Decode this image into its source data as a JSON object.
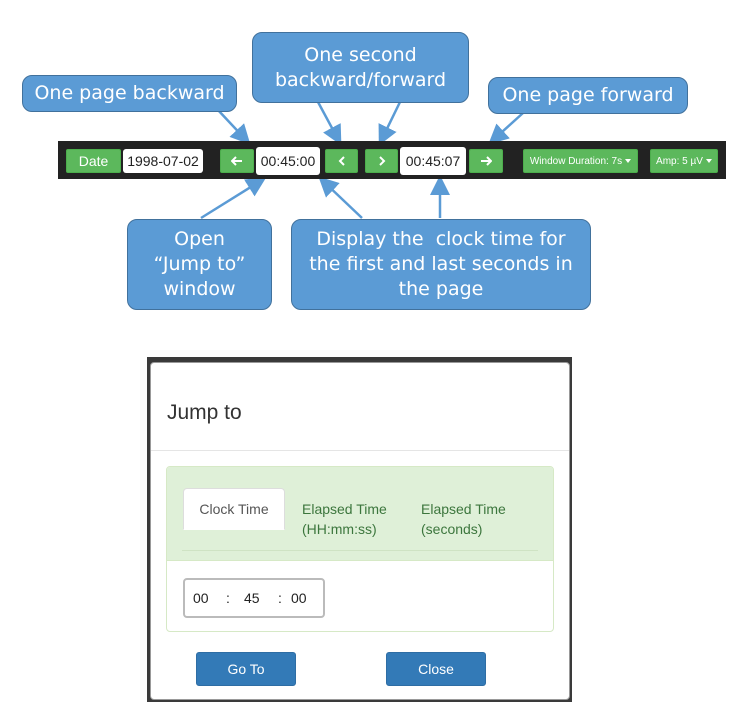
{
  "callouts": {
    "page_backward": "One page backward",
    "second_line1": "One second",
    "second_line2": "backward/forward",
    "page_forward": "One page forward",
    "jump_line1": "Open",
    "jump_line2": "“Jump to”",
    "jump_line3": "window",
    "display_line1": "Display the  clock time for",
    "display_line2": "the first and last seconds in",
    "display_line3": "the page"
  },
  "toolbar": {
    "date_label": "Date",
    "date_value": "1998-07-02",
    "page_back_icon": "arrow-left-icon",
    "start_time": "00:45:00",
    "second_back_icon": "chevron-left-icon",
    "second_forward_icon": "chevron-right-icon",
    "end_time": "00:45:07",
    "page_forward_icon": "arrow-right-icon",
    "window_duration": "Window Duration: 7s",
    "amp": "Amp: 5 µV"
  },
  "dialog": {
    "title": "Jump to",
    "tabs": [
      {
        "line1": "Clock Time",
        "line2": ""
      },
      {
        "line1": "Elapsed Time",
        "line2": "(HH:mm:ss)"
      },
      {
        "line1": "Elapsed Time",
        "line2": "(seconds)"
      }
    ],
    "time": {
      "hh": "00",
      "mm": "45",
      "ss": "00",
      "sep": ":"
    },
    "go_to_label": "Go To",
    "close_label": "Close"
  },
  "colors": {
    "callout_fill": "#5b9bd5",
    "toolbar_bg": "#222222",
    "toolbar_button": "#5cb85c",
    "dialog_button": "#337ab7",
    "panel_header": "#dff0d8"
  }
}
